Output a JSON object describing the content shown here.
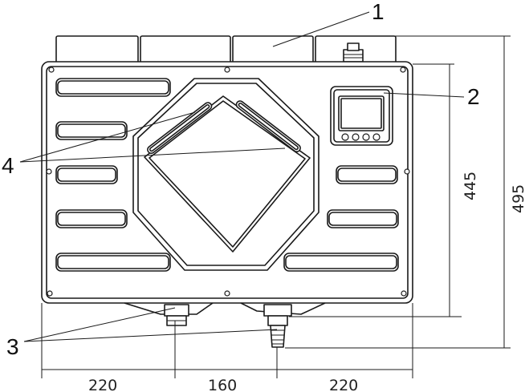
{
  "callouts": {
    "c1": "1",
    "c2": "2",
    "c3": "3",
    "c4": "4"
  },
  "dimensions": {
    "width_left": "220",
    "width_middle": "160",
    "width_right": "220",
    "height_body": "445",
    "height_total": "495"
  },
  "colors": {
    "line": "#1a1a1a",
    "background": "#ffffff"
  }
}
